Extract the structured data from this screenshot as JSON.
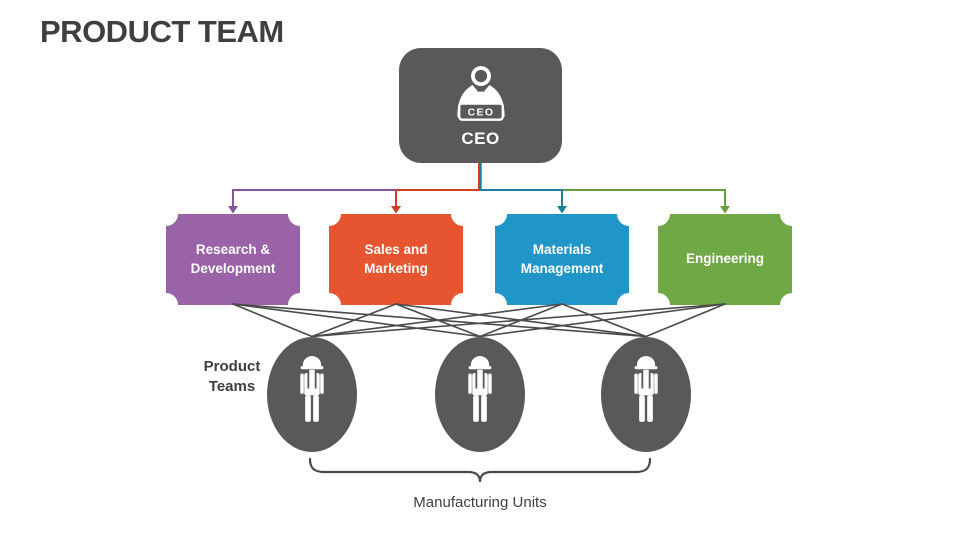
{
  "title": "PRODUCT TEAM",
  "colors": {
    "node_gray": "#595959",
    "text_dark": "#3F3F3F",
    "line_gray": "#4A4A4A",
    "background": "#FFFFFF"
  },
  "ceo": {
    "label": "CEO",
    "badge": "CEO"
  },
  "departments": [
    {
      "label": "Research & Development",
      "fill": "#9A62A7",
      "line": "#84569E"
    },
    {
      "label": "Sales and Marketing",
      "fill": "#E65430",
      "line": "#CE3E24"
    },
    {
      "label": "Materials Management",
      "fill": "#2095C8",
      "line": "#1B7F9E"
    },
    {
      "label": "Engineering",
      "fill": "#70A845",
      "line": "#699C3F"
    }
  ],
  "product_teams": {
    "label": "Product Teams",
    "count": 3
  },
  "brace_label": "Manufacturing Units"
}
